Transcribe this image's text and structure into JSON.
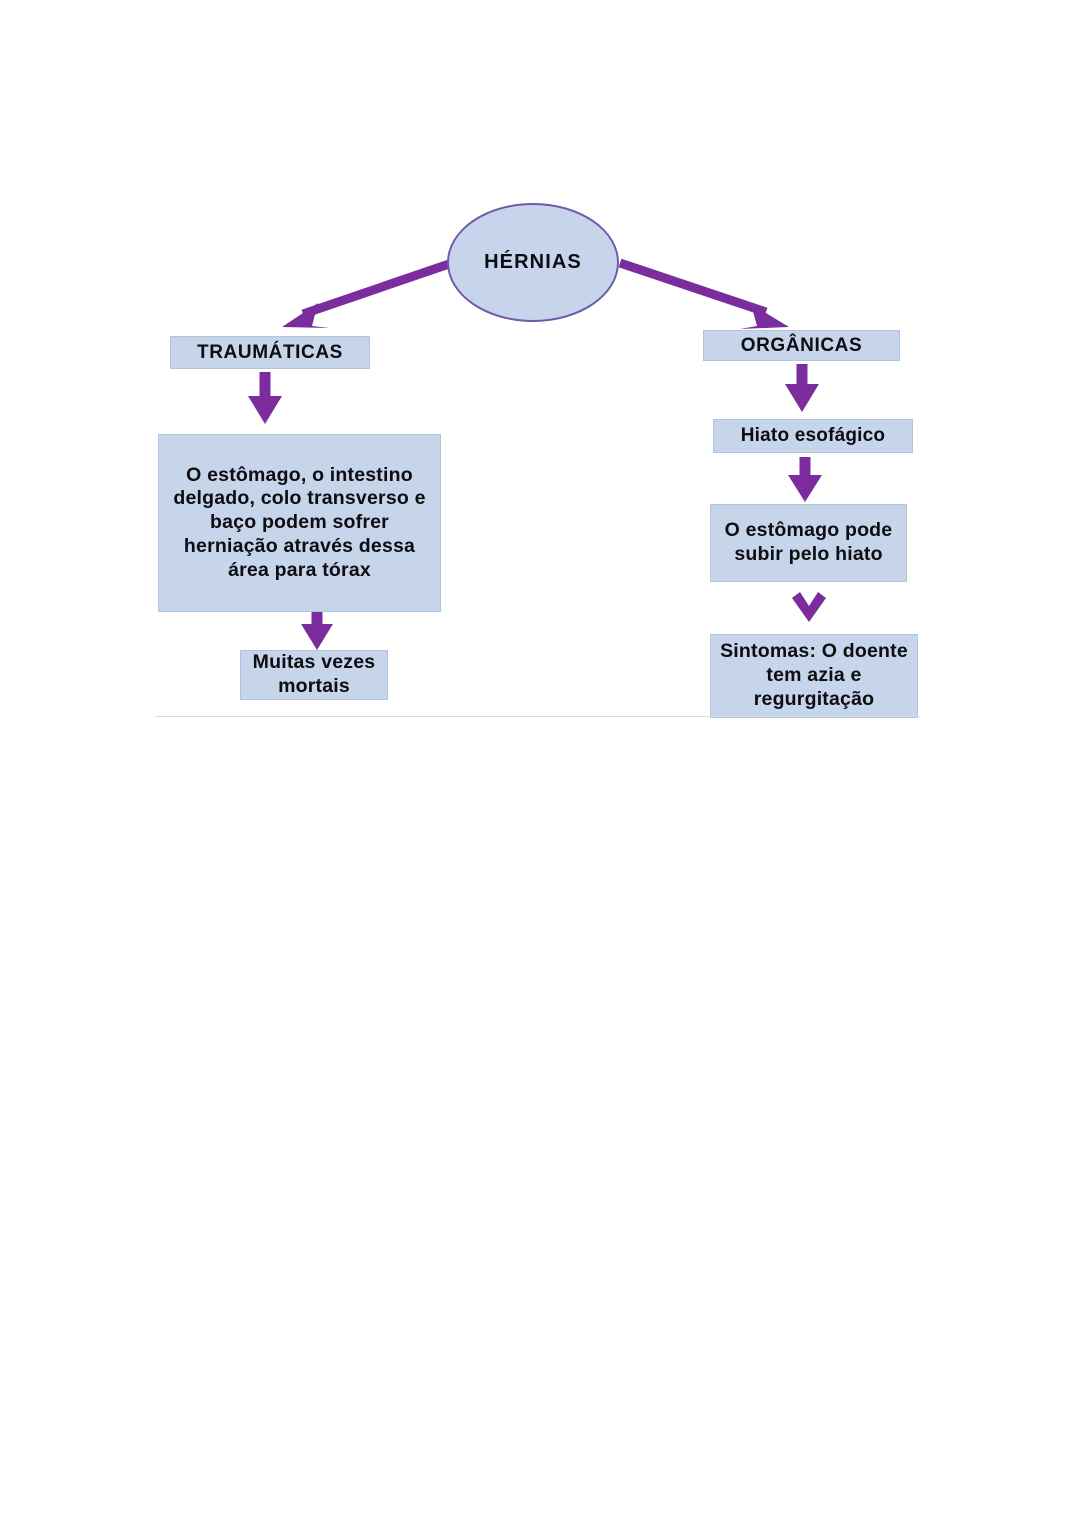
{
  "diagram": {
    "title_node": {
      "label": "HÉRNIAS",
      "shape": "ellipse"
    },
    "branches": [
      {
        "side": "left",
        "head": {
          "label": "TRAUMÁTICAS"
        },
        "nodes": [
          {
            "label": "O estômago, o intestino delgado, colo transverso e baço podem sofrer herniação através dessa área para tórax"
          },
          {
            "label": "Muitas vezes mortais"
          }
        ]
      },
      {
        "side": "right",
        "head": {
          "label": "ORGÂNICAS"
        },
        "nodes": [
          {
            "label": "Hiato esofágico"
          },
          {
            "label": "O estômago pode subir pelo hiato"
          },
          {
            "label": "Sintomas: O doente tem azia e regurgitação"
          }
        ]
      }
    ],
    "colors": {
      "node_fill": "#c6d5ea",
      "node_border": "#b3c4dd",
      "ellipse_fill": "#c6d5ec",
      "ellipse_border": "#6f5ba8",
      "arrow": "#7b2d9e",
      "text": "#0d0d12",
      "rule": "#d9dce1",
      "page_background": "#ffffff"
    }
  }
}
